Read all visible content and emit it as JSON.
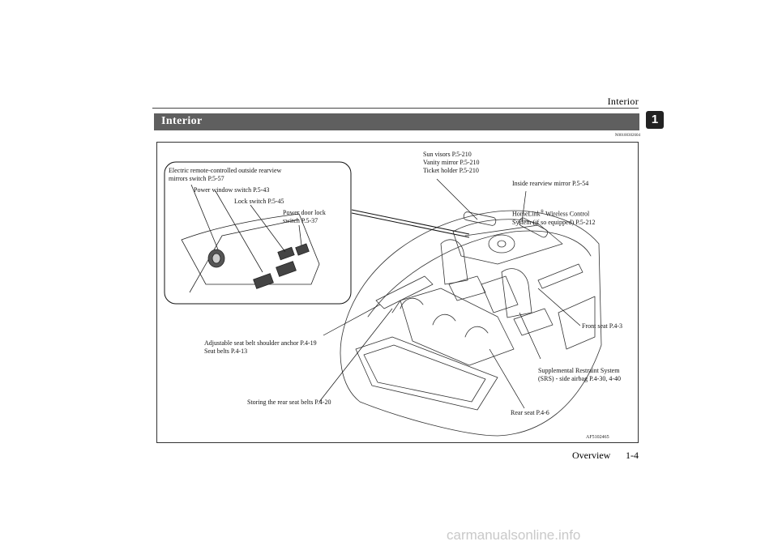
{
  "header": {
    "running_title": "Interior",
    "chapter_number": "1"
  },
  "section": {
    "title": "Interior",
    "ref_code": "N00100302604"
  },
  "figure": {
    "id": "AF5102465",
    "labels": {
      "outside_mirror_switch": "Electric remote-controlled outside rearview\nmirrors switch P.5-57",
      "power_window_switch": "Power window switch P.5-43",
      "lock_switch": "Lock switch P.5-45",
      "power_door_lock_switch": "Power door lock\nswitch P.5-37",
      "sun_visors": "Sun visors P.5-210\nVanity mirror P.5-210\nTicket holder P.5-210",
      "inside_rearview_mirror": "Inside rearview mirror P.5-54",
      "homelink_prefix": "HomeLink",
      "homelink_reg": "®",
      "homelink_suffix": " Wireless Control\nSystem (if so equipped) P.5-212",
      "front_seat": "Front seat P.4-3",
      "srs_side_airbag": "Supplemental Restraint System\n(SRS) - side airbag P.4-30, 4-40",
      "rear_seat": "Rear seat P.4-6",
      "storing_rear_belts": "Storing the rear seat belts P.4-20",
      "shoulder_anchor": "Adjustable seat belt shoulder anchor P.4-19\nSeat belts P.4-13"
    }
  },
  "footer": {
    "section_name": "Overview",
    "page_number": "1-4"
  },
  "watermark": "carmanualsonline.info"
}
